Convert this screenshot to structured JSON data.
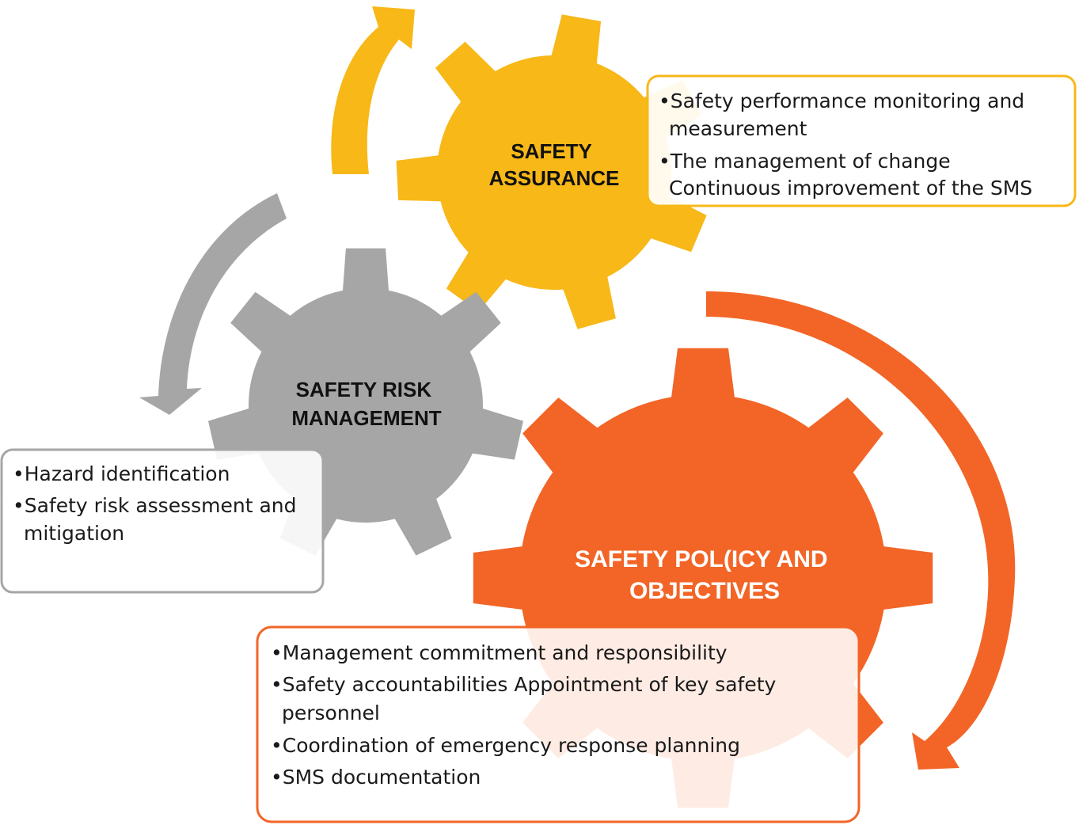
{
  "colors": {
    "assurance": "#f7b818",
    "risk": "#a6a6a6",
    "policy": "#f26527",
    "title_dark": "#111111",
    "title_light": "#ffffff"
  },
  "gears": {
    "assurance": {
      "title_lines": [
        "SAFETY",
        "ASSURANCE"
      ]
    },
    "risk": {
      "title_lines": [
        "SAFETY RISK",
        "MANAGEMENT"
      ]
    },
    "policy": {
      "title_lines": [
        "SAFETY POL(ICY AND",
        "OBJECTIVES"
      ]
    }
  },
  "boxes": {
    "assurance": {
      "lines": [
        "•Safety performance monitoring and",
        "measurement",
        "•The management of change",
        "Continuous improvement of the SMS"
      ]
    },
    "risk": {
      "lines": [
        "•Hazard identification",
        "•Safety risk assessment and",
        "mitigation"
      ]
    },
    "policy": {
      "lines": [
        "•Management commitment and responsibility",
        "•Safety accountabilities Appointment of key safety",
        "personnel",
        "•Coordination of emergency response planning",
        "•SMS documentation"
      ]
    }
  }
}
